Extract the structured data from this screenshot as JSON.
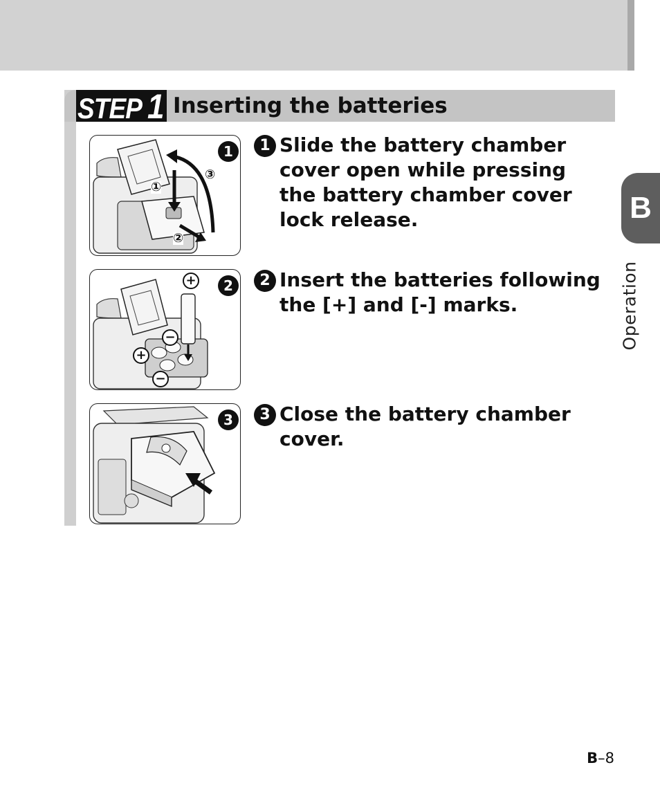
{
  "step_header": {
    "badge_word": "STEP",
    "badge_number": "1",
    "title": "Inserting the batteries"
  },
  "steps": [
    {
      "number": "1",
      "text": "Slide the battery chamber cover open while pressing the battery chamber cover lock release."
    },
    {
      "number": "2",
      "text": "Insert the batteries following the [+] and [-] marks."
    },
    {
      "number": "3",
      "text": "Close the battery chamber cover."
    }
  ],
  "illustrations": [
    {
      "badge": "1",
      "callouts": [
        "①",
        "②",
        "③"
      ]
    },
    {
      "badge": "2",
      "callouts": [
        "+",
        "−",
        "+",
        "−"
      ]
    },
    {
      "badge": "3",
      "callouts": []
    }
  ],
  "side_tab": {
    "letter": "B",
    "section": "Operation"
  },
  "footer": {
    "chapter": "B",
    "separator": "–",
    "page": "8"
  }
}
